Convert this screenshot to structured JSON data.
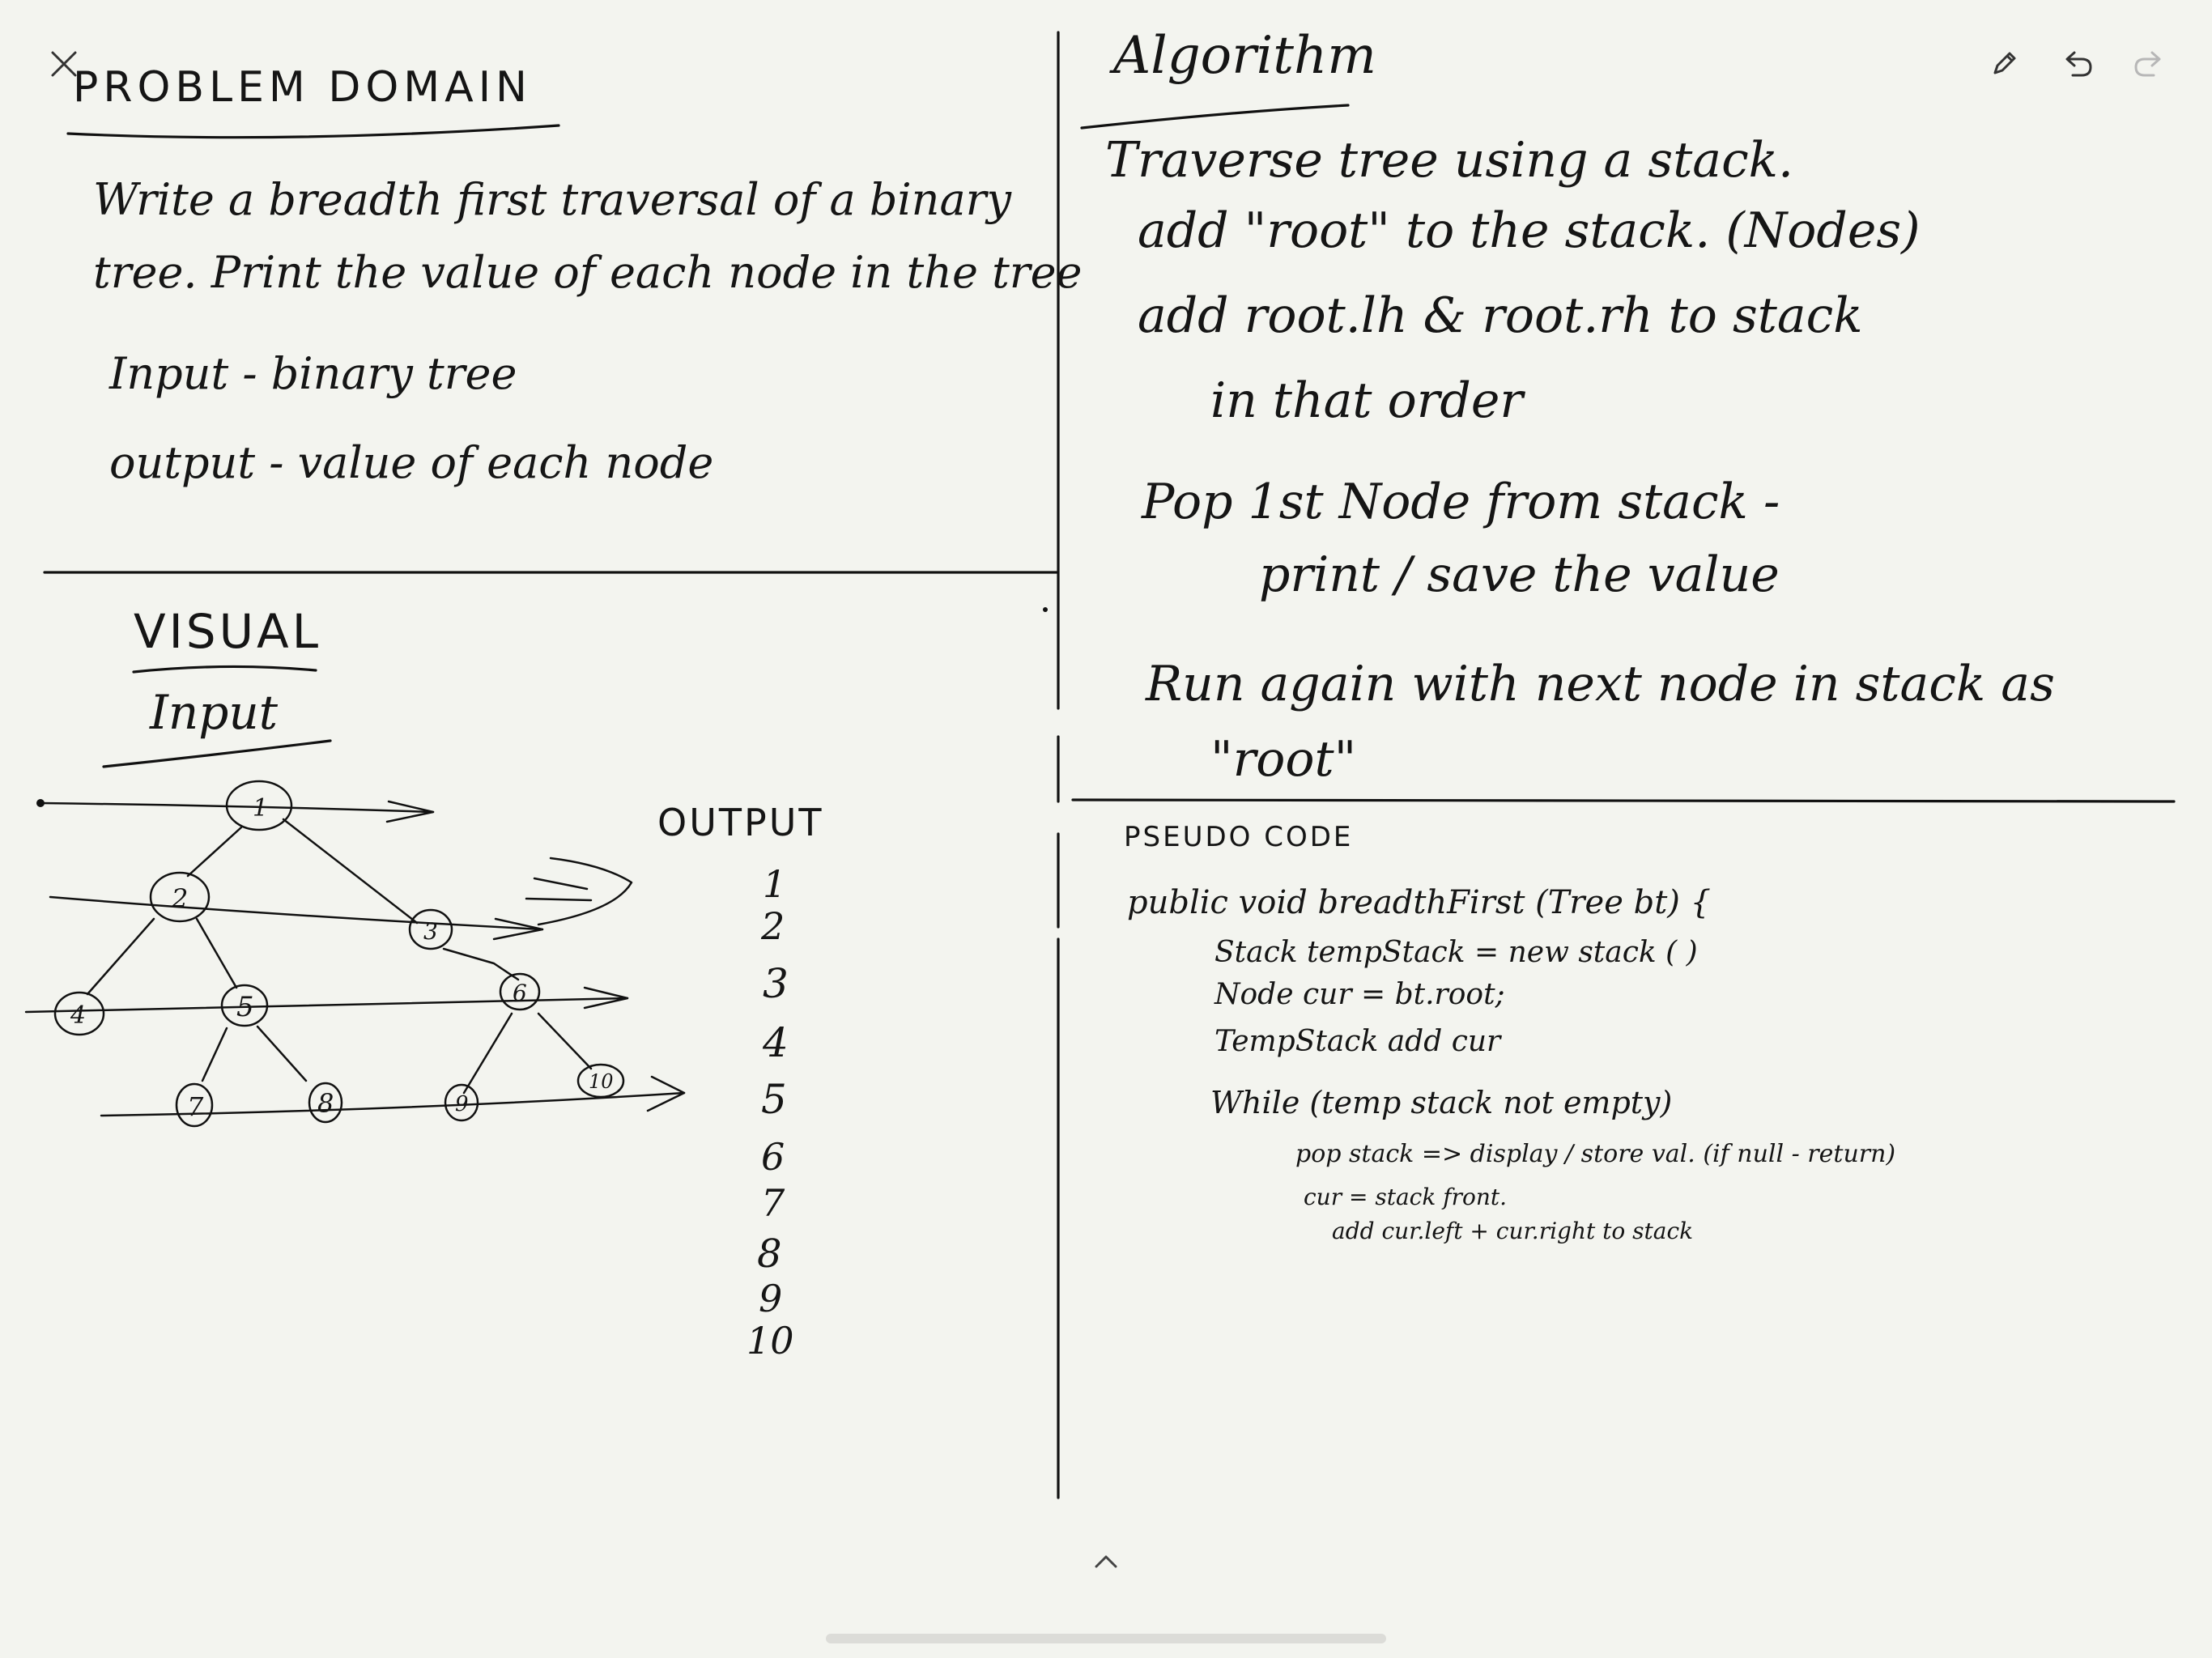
{
  "toolbar": {
    "close_icon": "close-icon",
    "pencil_icon": "pencil-icon",
    "undo_icon": "undo-icon",
    "redo_icon": "redo-icon",
    "expand_icon": "chevron-up-icon"
  },
  "problem_domain": {
    "title": "PROBLEM DOMAIN",
    "line1": "Write a breadth first traversal of a binary",
    "line2": "tree. Print the value of each node in the tree",
    "input": "Input - binary tree",
    "output": "output - value of each node"
  },
  "algorithm": {
    "title": "Algorithm",
    "lines": [
      "Traverse tree using a stack.",
      "add \"root\" to the stack. (Nodes)",
      "add root.lh & root.rh to stack",
      "in that order",
      "Pop 1st Node from stack -",
      "print / save the value",
      "Run again with next node in stack as",
      "\"root\""
    ]
  },
  "visual": {
    "title": "VISUAL",
    "input_label": "Input",
    "output_title": "OUTPUT",
    "output_values": [
      "1",
      "2",
      "3",
      "4",
      "5",
      "6",
      "7",
      "8",
      "9",
      "10"
    ],
    "nodes": [
      "1",
      "2",
      "3",
      "4",
      "5",
      "6",
      "7",
      "8",
      "9",
      "10"
    ]
  },
  "pseudo": {
    "title": "PSEUDO CODE",
    "lines": [
      "public void breadthFirst (Tree bt) {",
      "Stack tempStack = new stack ( )",
      "Node cur = bt.root;",
      "TempStack add cur",
      "While (temp stack not empty)",
      "pop stack => display / store val. (if null - return)",
      "cur = stack front.",
      "add cur.left + cur.right to stack"
    ]
  }
}
